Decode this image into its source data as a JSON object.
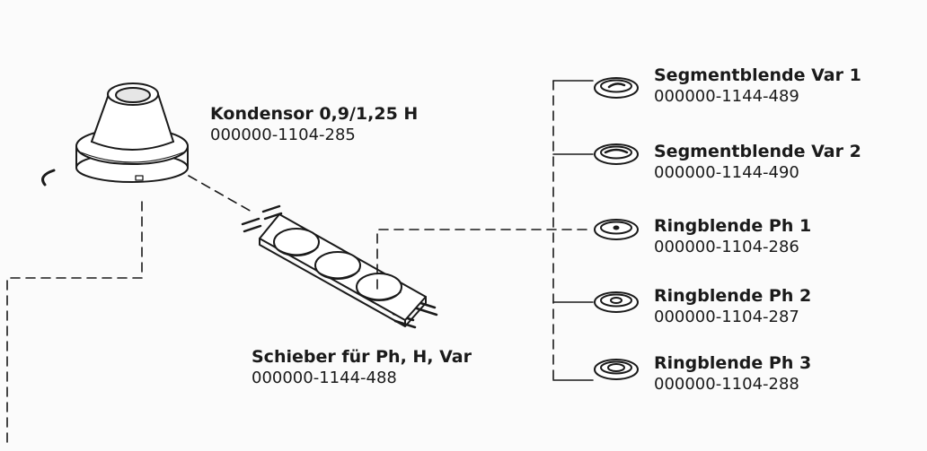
{
  "condenser": {
    "name": "Kondensor 0,9/1,25 H",
    "part_no": "000000-1104-285"
  },
  "slider": {
    "name": "Schieber für Ph, H, Var",
    "part_no": "000000-1144-488"
  },
  "stops": [
    {
      "name": "Segmentblende Var 1",
      "part_no": "000000-1144-489"
    },
    {
      "name": "Segmentblende Var 2",
      "part_no": "000000-1144-490"
    },
    {
      "name": "Ringblende Ph 1",
      "part_no": "000000-1104-286"
    },
    {
      "name": "Ringblende Ph 2",
      "part_no": "000000-1104-287"
    },
    {
      "name": "Ringblende Ph 3",
      "part_no": "000000-1104-288"
    }
  ]
}
